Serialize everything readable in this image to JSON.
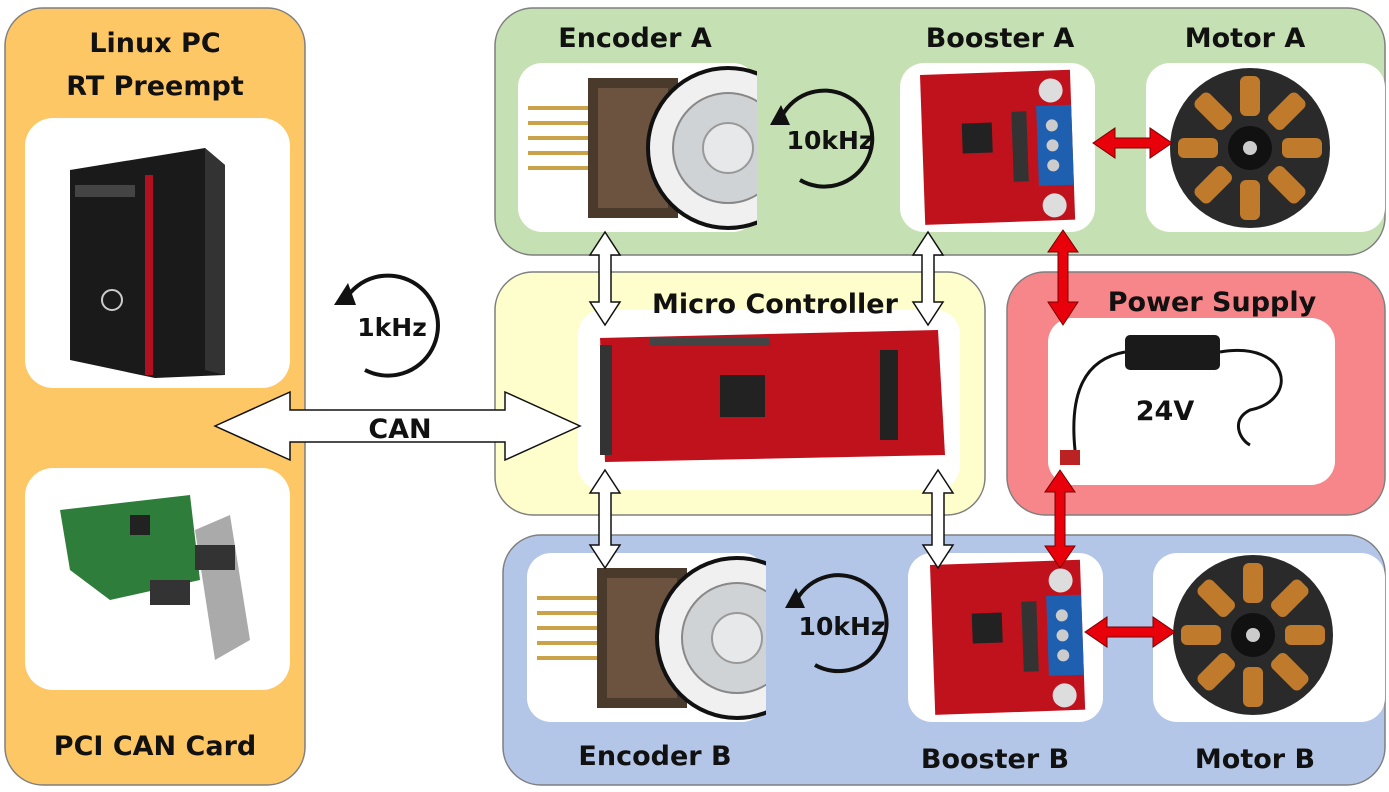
{
  "panels": {
    "pc": {
      "title_line1": "Linux PC",
      "title_line2": "RT Preempt",
      "card_label": "PCI CAN Card",
      "color": "#fec765"
    },
    "axis_a": {
      "encoder": "Encoder A",
      "booster": "Booster A",
      "motor": "Motor A",
      "loop_rate": "10kHz",
      "color": "#c5e0b3"
    },
    "controller": {
      "title": "Micro Controller",
      "loop_rate": "1kHz",
      "bus": "CAN",
      "color": "#fefdcc"
    },
    "power": {
      "title": "Power Supply",
      "voltage": "24V",
      "color": "#f7868a"
    },
    "axis_b": {
      "encoder": "Encoder B",
      "booster": "Booster B",
      "motor": "Motor B",
      "loop_rate": "10kHz",
      "color": "#b4c6e7"
    }
  },
  "colors": {
    "power_arrow": "#e8000b",
    "data_arrow": "#ffffff",
    "board_red": "#c0121c"
  }
}
